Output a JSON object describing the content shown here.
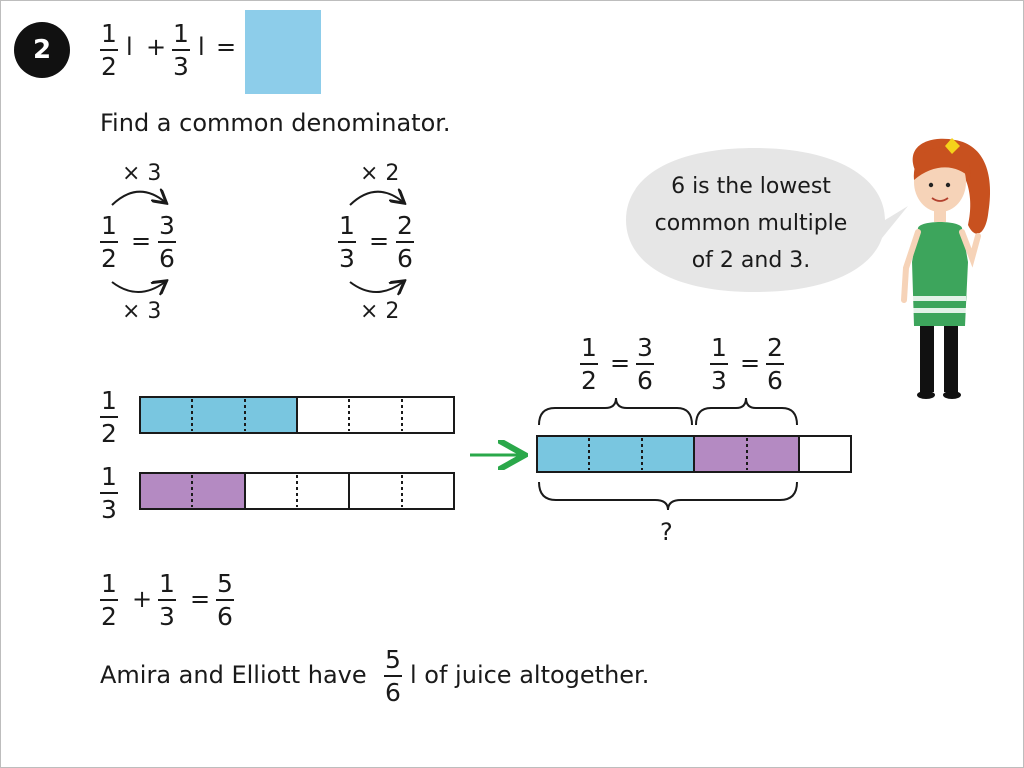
{
  "question": {
    "number": "2",
    "eq": {
      "f1": {
        "num": "1",
        "den": "2"
      },
      "unit1": "l",
      "plus": "+",
      "f2": {
        "num": "1",
        "den": "3"
      },
      "unit2": "l",
      "equals": "="
    }
  },
  "instruction": "Find a common denominator.",
  "conversion_half": {
    "top_multiplier": "× 3",
    "bottom_multiplier": "× 3",
    "from": {
      "num": "1",
      "den": "2"
    },
    "equals": "=",
    "to": {
      "num": "3",
      "den": "6"
    }
  },
  "conversion_third": {
    "top_multiplier": "× 2",
    "bottom_multiplier": "× 2",
    "from": {
      "num": "1",
      "den": "3"
    },
    "equals": "=",
    "to": {
      "num": "2",
      "den": "6"
    }
  },
  "speech_bubble": {
    "line1": "6 is the lowest",
    "line2": "common multiple",
    "line3": "of 2 and 3."
  },
  "bar_model": {
    "half_label": {
      "num": "1",
      "den": "2"
    },
    "third_label": {
      "num": "1",
      "den": "3"
    },
    "half_filled_sixths": 3,
    "third_filled_sixths": 2,
    "combined_labels": {
      "left": {
        "from": {
          "num": "1",
          "den": "2"
        },
        "equals": "=",
        "to": {
          "num": "3",
          "den": "6"
        }
      },
      "right": {
        "from": {
          "num": "1",
          "den": "3"
        },
        "equals": "=",
        "to": {
          "num": "2",
          "den": "6"
        }
      }
    },
    "question_mark": "?"
  },
  "sum_eq": {
    "f1": {
      "num": "1",
      "den": "2"
    },
    "plus": "+",
    "f2": {
      "num": "1",
      "den": "3"
    },
    "equals": "=",
    "result": {
      "num": "5",
      "den": "6"
    }
  },
  "conclusion": {
    "before": "Amira and Elliott have",
    "frac": {
      "num": "5",
      "den": "6"
    },
    "after": "l of juice altogether."
  },
  "colors": {
    "blue": "#79c6e0",
    "purple": "#b48ac2",
    "answer_box": "#8dcdea",
    "arrow": "#2aa84a",
    "bubble": "#e6e6e6"
  }
}
